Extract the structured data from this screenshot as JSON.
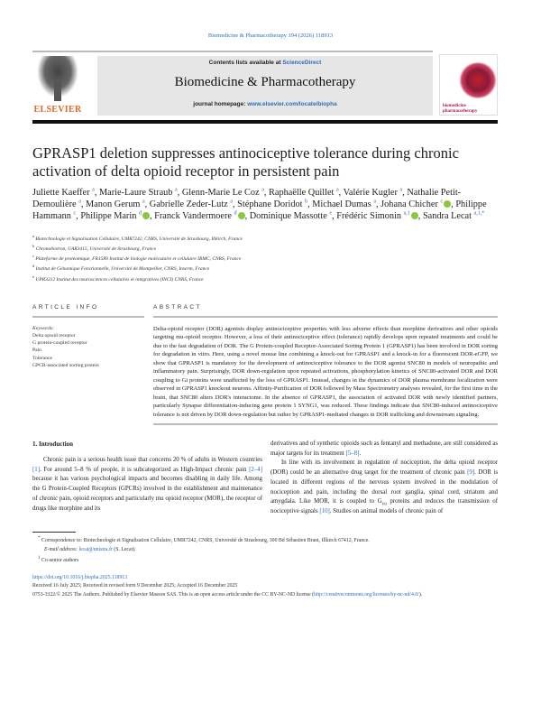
{
  "running_head": "Biomedicine & Pharmacotherapy 194 (2026) 118913",
  "publisher": {
    "logo_text": "ELSEVIER"
  },
  "journal_box": {
    "contents_prefix": "Contents lists available at ",
    "contents_link": "ScienceDirect",
    "journal_title": "Biomedicine & Pharmacotherapy",
    "homepage_prefix": "journal homepage: ",
    "homepage_link": "www.elsevier.com/locate/biopha"
  },
  "cover": {
    "text": "biomedicine pharmacotherapy"
  },
  "title": "GPRASP1 deletion suppresses antinociceptive tolerance during chronic activation of delta opioid receptor in persistent pain",
  "authors": [
    {
      "name": "Juliette Kaeffer",
      "sup": "a"
    },
    {
      "name": "Marie-Laure Straub",
      "sup": "a"
    },
    {
      "name": "Glenn-Marie Le Coz",
      "sup": "a"
    },
    {
      "name": "Raphaëlle Quillet",
      "sup": "a"
    },
    {
      "name": "Valérie Kugler",
      "sup": "a"
    },
    {
      "name": "Nathalie Petit-Demoulière",
      "sup": "a"
    },
    {
      "name": "Manon Gerum",
      "sup": "a"
    },
    {
      "name": "Gabrielle Zeder-Lutz",
      "sup": "a"
    },
    {
      "name": "Stéphane Doridot",
      "sup": "b"
    },
    {
      "name": "Michael Dumas",
      "sup": "a"
    },
    {
      "name": "Johana Chicher",
      "sup": "c"
    },
    {
      "name": "Philippe Hammann",
      "sup": "c"
    },
    {
      "name": "Philippe Marin",
      "sup": "d"
    },
    {
      "name": "Franck Vandermoere",
      "sup": "d"
    },
    {
      "name": "Dominique Massotte",
      "sup": "e"
    },
    {
      "name": "Frédéric Simonin",
      "sup": "a,1"
    },
    {
      "name": "Sandra Lecat",
      "sup": "a,1,*"
    }
  ],
  "affiliations": [
    {
      "key": "a",
      "text": "Biotechnologie et Signalisation Cellulaire, UMR7242, CNRS, Université de Strasbourg, Illkirch, France"
    },
    {
      "key": "b",
      "text": "Chronobiotron, UAR3415, Université de Strasbourg, France"
    },
    {
      "key": "c",
      "text": "Plateforme de protéomique, FR1589 Institut de biologie moléculaire et cellulaire IBMC, CNRS, France"
    },
    {
      "key": "d",
      "text": "Institut de Génomique Fonctionnelle, Université de Montpellier, CNRS, Inserm, France"
    },
    {
      "key": "e",
      "text": "UPR3212 Institut des neurosciences cellulaires et intégratives (INCI) CNRS, France"
    }
  ],
  "article_info": {
    "heading": "ARTICLE INFO",
    "keywords_label": "Keywords:",
    "keywords": [
      "Delta opioid receptor",
      "G protein-coupled receptor",
      "Pain",
      "Tolerance",
      "GPCR-associated sorting protein"
    ]
  },
  "abstract": {
    "heading": "ABSTRACT",
    "text": "Delta-opioid receptor (DOR) agonists display antinociceptive properties with less adverse effects than morphine derivatives and other opioids targeting mu-opioid receptor. However, a loss of their antinociceptive effect (tolerance) rapidly develops upon repeated treatments and could be due to the fast degradation of DOR. The G Protein-coupled Receptor-Associated Sorting Protein 1 (GPRASP1) has been involved in DOR sorting for degradation in vitro. Here, using a novel mouse line combining a knock-out for GPRASP1 and a knock-in for a fluorescent DOR-eGFP, we show that GPRASP1 is mandatory for the development of antinociceptive tolerance to the DOR agonist SNC80 in models of neuropathic and inflammatory pain. Surprisingly, DOR down-regulation upon repeated activations, phosphorylation kinetics of SNC80-activated DOR and DOR coupling to Gi proteins were unaffected by the loss of GPRASP1. Instead, changes in the dynamics of DOR plasma membrane localization were observed in GPRASP1 knockout neurons. Affinity-Purification of DOR followed by Mass Spectrometry analyses revealed, for the first time in the brain, that SNC80 alters DOR's interactome. In the absence of GPRASP1, the association of activated DOR with newly identified partners, particularly Synapse differentiation-inducing gene protein 1 SYNG1, was reduced. These findings indicate that SNC80-induced antinociceptive tolerance is not driven by DOR down-regulation but rather by GPRASP1-mediated changes in DOR trafficking and downstream signaling."
  },
  "intro": {
    "heading": "1.  Introduction",
    "col1": [
      {
        "t": "Chronic pain is a serious health issue that concerns 20 % of adults in Western countries "
      },
      {
        "r": "[1]"
      },
      {
        "t": ". For around 5–8 % of people, it is subcategorized as High-Impact chronic pain "
      },
      {
        "r": "[2–4]"
      },
      {
        "t": " because it has various psychological impacts and becomes disabling in daily life. Among the G Protein-Coupled Receptors (GPCRs) involved in the establishment and maintenance of chronic pain, opioid receptors and particularly mu opioid receptor (MOR), the receptor of drugs like morphine and its"
      }
    ],
    "col2a": [
      {
        "t": "derivatives and of synthetic opioids such as fentanyl and methadone, are still considered as major targets for its treatment "
      },
      {
        "r": "[5–8]"
      },
      {
        "t": "."
      }
    ],
    "col2b": [
      {
        "t": "In line with its involvement in regulation of nociception, the delta opioid receptor (DOR) could be an alternative drug target for the treatment of chronic pain "
      },
      {
        "r": "[9]"
      },
      {
        "t": ". DOR is located in different regions of the nervous system involved in the modulation of nociception and pain, including the dorsal root ganglia, spinal cord, striatum and amygdala. Like MOR, it is coupled to G"
      },
      {
        "s": "i/o"
      },
      {
        "t": " proteins and reduces the transmission of nociceptive signals "
      },
      {
        "r": "[10]"
      },
      {
        "t": ". Studies on animal models of chronic pain of"
      }
    ]
  },
  "footnotes": {
    "correspondence": "Correspondence to: Biotechnologie et Signalisation Cellulaire, UMR7242, CNRS, Université de Strasbourg, 300 Bd Sébastien Brant, Illkirch 67412, France.",
    "email_label": "E-mail address:",
    "email": "lecat@unistra.fr",
    "email_suffix": "(S. Lecat).",
    "cosenior": "Co-senior authors"
  },
  "doi": "https://doi.org/10.1016/j.biopha.2025.118913",
  "received": "Received 16 July 2025; Received in revised form 9 December 2025; Accepted 16 December 2025",
  "license": "0753-3322/© 2025 The Authors. Published by Elsevier Masson SAS. This is an open access article under the CC BY-NC-ND license",
  "license_link": "http://creativecommons.org/licenses/by-nc-nd/4.0/",
  "colors": {
    "link": "#2a6ebb",
    "orcid": "#8cc63f",
    "elsevier": "#e0692a"
  }
}
